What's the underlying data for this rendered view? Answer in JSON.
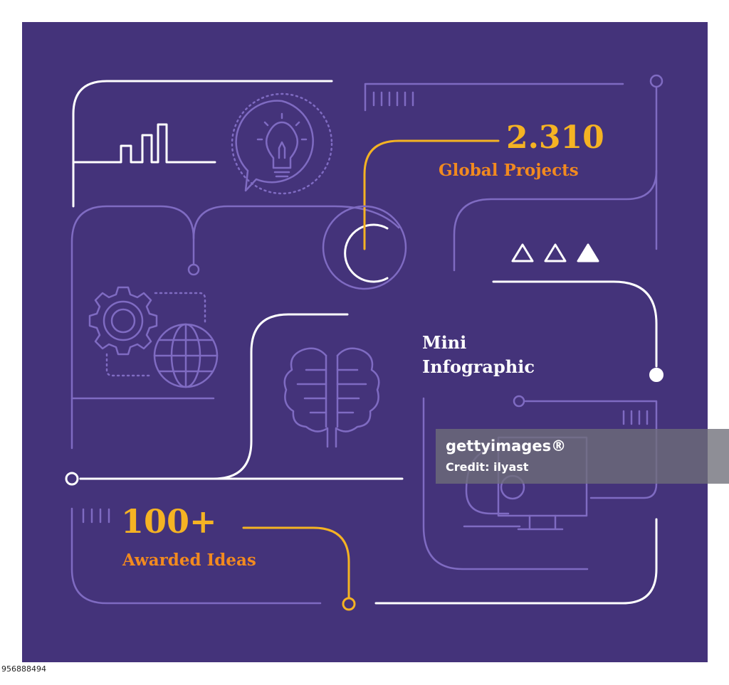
{
  "stat_projects": {
    "value": "2.310",
    "label_a": "Global",
    "label_b": "Projects"
  },
  "mini": {
    "line1": "Mini",
    "line2": "Infographic"
  },
  "stat_ideas": {
    "value": "100+",
    "label_a": "Awarded",
    "label_b": "Ideas"
  },
  "watermark": {
    "logo": "gettyimages®",
    "credit": "Credit: ilyast"
  },
  "image_id": "956888494",
  "colors": {
    "background": "#44337a",
    "line_white": "#ffffff",
    "line_muted": "#7f6bc2",
    "accent_yellow": "#f5b323",
    "accent_orange": "#f28a1f"
  },
  "icons": [
    "bar-chart-icon",
    "lightbulb-icon",
    "gear-icon",
    "globe-icon",
    "brain-icon",
    "triangles-icon",
    "microscope-icon",
    "monitor-icon"
  ]
}
